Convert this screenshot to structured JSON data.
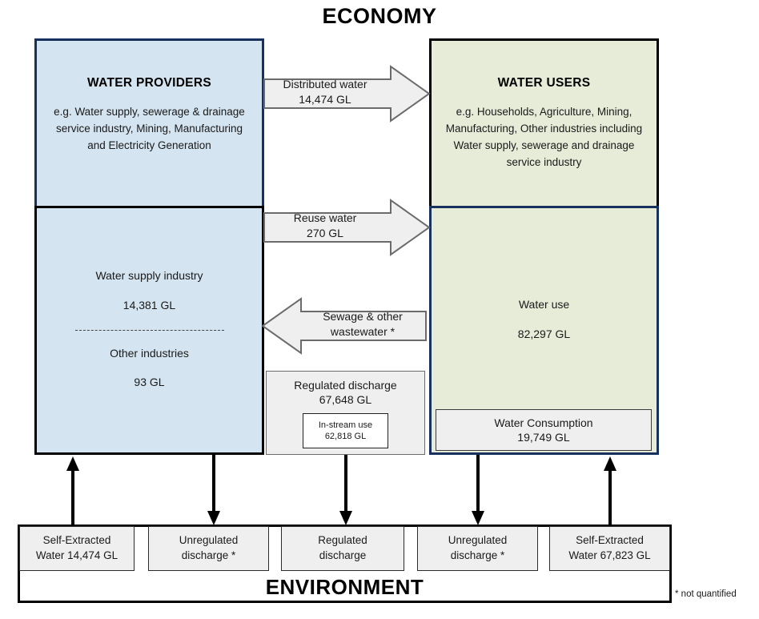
{
  "title": "ECONOMY",
  "footer_title": "ENVIRONMENT",
  "footnote": "* not quantified",
  "colors": {
    "providers_fill": "#d4e4f0",
    "users_fill": "#e6ecd8",
    "navy_border": "#17305e",
    "black_border": "#000000",
    "grey_fill": "#efefef"
  },
  "providers": {
    "heading": "WATER PROVIDERS",
    "description": "e.g. Water supply, sewerage & drainage service industry, Mining, Manufacturing and Electricity Generation",
    "rows": [
      {
        "label": "Water supply industry",
        "value": "14,381 GL"
      },
      {
        "label": "Other industries",
        "value": "93 GL"
      }
    ]
  },
  "users": {
    "heading": "WATER USERS",
    "description": "e.g. Households, Agriculture, Mining, Manufacturing, Other industries including Water supply, sewerage and drainage service industry",
    "rows": [
      {
        "label": "Water use",
        "value": "82,297 GL"
      }
    ],
    "consumption": {
      "label": "Water Consumption",
      "value": "19,749 GL"
    }
  },
  "flows": {
    "distributed_water": {
      "label": "Distributed water",
      "value": "14,474 GL",
      "direction": "right"
    },
    "reuse_water": {
      "label": "Reuse water",
      "value": "270 GL",
      "direction": "right"
    },
    "sewage": {
      "label": "Sewage & other",
      "label2": "wastewater *",
      "direction": "left"
    }
  },
  "regulated_discharge": {
    "label": "Regulated discharge",
    "value": "67,648 GL",
    "instream": {
      "label": "In-stream use",
      "value": "62,818 GL"
    }
  },
  "environment_cells": [
    {
      "line1": "Self-Extracted",
      "line2": "Water 14,474 GL"
    },
    {
      "line1": "Unregulated",
      "line2": "discharge *"
    },
    {
      "line1": "Regulated",
      "line2": "discharge"
    },
    {
      "line1": "Unregulated",
      "line2": "discharge *"
    },
    {
      "line1": "Self-Extracted",
      "line2": "Water 67,823 GL"
    }
  ],
  "chart_data": {
    "type": "diagram",
    "title": "Water Account flow diagram - Economy and Environment",
    "units": "GL",
    "nodes": [
      {
        "id": "water_providers",
        "label": "WATER PROVIDERS",
        "group": "economy"
      },
      {
        "id": "water_users",
        "label": "WATER USERS",
        "group": "economy"
      },
      {
        "id": "environment",
        "label": "ENVIRONMENT",
        "group": "environment"
      }
    ],
    "values": [
      {
        "name": "Distributed water",
        "value": 14474,
        "from": "water_providers",
        "to": "water_users"
      },
      {
        "name": "Reuse water",
        "value": 270,
        "from": "water_providers",
        "to": "water_users"
      },
      {
        "name": "Sewage & other wastewater",
        "value": null,
        "from": "water_users",
        "to": "water_providers"
      },
      {
        "name": "Water supply industry",
        "value": 14381,
        "node": "water_providers"
      },
      {
        "name": "Other industries",
        "value": 93,
        "node": "water_providers"
      },
      {
        "name": "Water use",
        "value": 82297,
        "node": "water_users"
      },
      {
        "name": "Water Consumption",
        "value": 19749,
        "node": "water_users"
      },
      {
        "name": "Regulated discharge",
        "value": 67648,
        "from": "water_providers",
        "to": "environment"
      },
      {
        "name": "In-stream use",
        "value": 62818,
        "node": "regulated_discharge"
      },
      {
        "name": "Self-Extracted Water (providers)",
        "value": 14474,
        "from": "environment",
        "to": "water_providers"
      },
      {
        "name": "Unregulated discharge (providers)",
        "value": null,
        "from": "water_providers",
        "to": "environment"
      },
      {
        "name": "Unregulated discharge (users)",
        "value": null,
        "from": "water_users",
        "to": "environment"
      },
      {
        "name": "Self-Extracted Water (users)",
        "value": 67823,
        "from": "environment",
        "to": "water_users"
      }
    ]
  }
}
